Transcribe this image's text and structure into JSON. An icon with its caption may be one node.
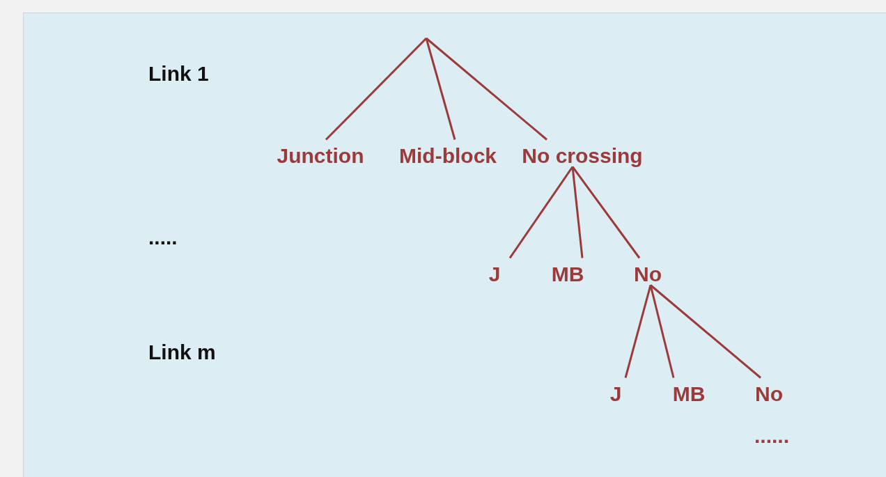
{
  "diagram": {
    "nodes": [
      {
        "text": [
          "Junction"
        ]
      },
      {
        "text": [
          "Mid-block"
        ]
      },
      {
        "text": [
          "No crossing"
        ]
      },
      {
        "text": [
          "J"
        ]
      },
      {
        "text": [
          "MB"
        ]
      },
      {
        "text": [
          "No"
        ]
      },
      {
        "text": [
          "J"
        ]
      },
      {
        "text": [
          "MB"
        ]
      },
      {
        "text": [
          "No"
        ]
      }
    ],
    "edges": [
      {
        "from": null,
        "to": 0,
        "arrow": "none"
      },
      {
        "from": null,
        "to": 1,
        "arrow": "none"
      },
      {
        "from": null,
        "to": 2,
        "arrow": "none"
      },
      {
        "from": 2,
        "to": 3,
        "arrow": "none"
      },
      {
        "from": 2,
        "to": 4,
        "arrow": "none"
      },
      {
        "from": 2,
        "to": 5,
        "arrow": "none"
      },
      {
        "from": 5,
        "to": 6,
        "arrow": "none"
      },
      {
        "from": 5,
        "to": 7,
        "arrow": "none"
      },
      {
        "from": 5,
        "to": 8,
        "arrow": "none"
      }
    ],
    "labels": [
      "Link 1",
      ".....",
      "Link m",
      "......"
    ]
  }
}
